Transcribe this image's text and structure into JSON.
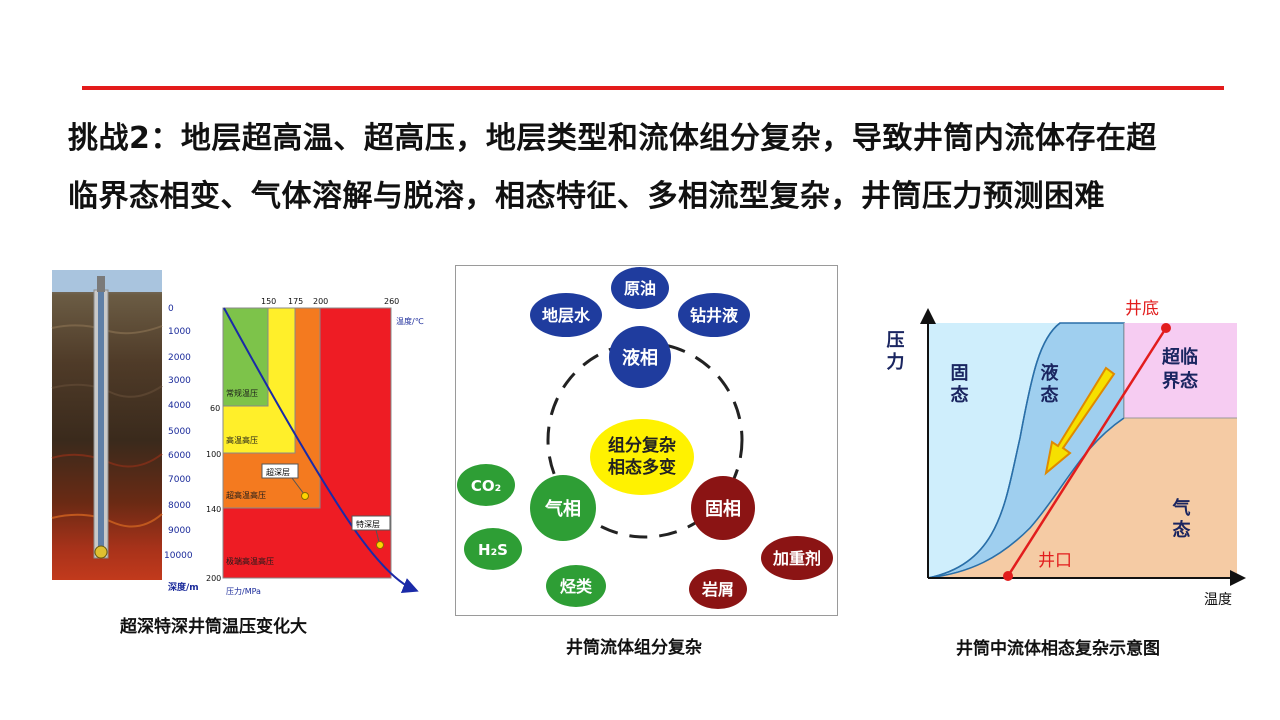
{
  "heading": {
    "line1": "挑战2：地层超高温、超高压，地层类型和流体组分复杂，导致井筒内流体存在超",
    "line2": "临界态相变、气体溶解与脱溶，相态特征、多相流型复杂，井筒压力预测困难"
  },
  "colors": {
    "accent_red": "#e31b1b",
    "phase_blue": "#1a3fa0",
    "liquid_green": "#2ca02c",
    "solid_red": "#8b1010"
  },
  "panel1": {
    "caption": "超深特深井筒温压变化大",
    "depth_ticks": [
      "0",
      "1000",
      "2000",
      "3000",
      "4000",
      "5000",
      "6000",
      "7000",
      "8000",
      "9000",
      "10000"
    ],
    "depth_label": "深度/m",
    "temp_ticks": [
      "150",
      "175",
      "200",
      "260"
    ],
    "temp_label": "温度/℃",
    "pressure_ticks": [
      "60",
      "100",
      "140",
      "200"
    ],
    "pressure_label": "压力/MPa",
    "zones": [
      "常规温压",
      "高温高压",
      "超高温高压",
      "极端高温高压"
    ],
    "callouts": [
      "超深层",
      "特深层"
    ]
  },
  "panel2": {
    "caption": "井筒流体组分复杂",
    "center_line1": "组分复杂",
    "center_line2": "相态多变",
    "hubs": {
      "liquid": "液相",
      "gas": "气相",
      "solid": "固相"
    },
    "liquid_items": [
      "原油",
      "地层水",
      "钻井液"
    ],
    "gas_items": [
      "CO₂",
      "H₂S",
      "烃类"
    ],
    "solid_items": [
      "加重剂",
      "岩屑"
    ]
  },
  "panel3": {
    "caption": "井筒中流体相态复杂示意图",
    "y_axis": "压力",
    "x_axis": "温度",
    "regions": {
      "solid": "固态",
      "liquid": "液态",
      "supercritical": "超临界态",
      "gas": "气态"
    },
    "points": {
      "bottom": "井底",
      "top": "井口"
    }
  }
}
